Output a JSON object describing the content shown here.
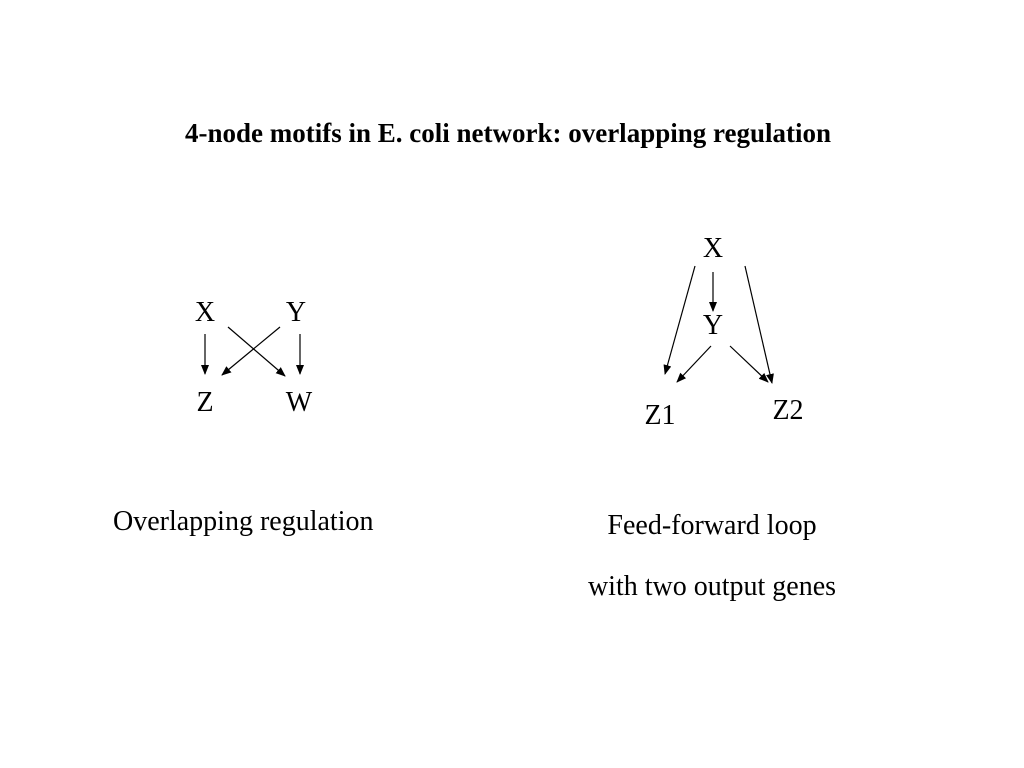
{
  "title": "4-node motifs in E. coli network: overlapping regulation",
  "left_motif": {
    "nodes": {
      "x": "X",
      "y": "Y",
      "z": "Z",
      "w": "W"
    },
    "caption": "Overlapping regulation",
    "edges": [
      [
        "X",
        "Z"
      ],
      [
        "X",
        "W"
      ],
      [
        "Y",
        "Z"
      ],
      [
        "Y",
        "W"
      ]
    ]
  },
  "right_motif": {
    "nodes": {
      "x": "X",
      "y": "Y",
      "z1": "Z1",
      "z2": "Z2"
    },
    "caption_line1": "Feed-forward loop",
    "caption_line2": "with two output genes",
    "edges": [
      [
        "X",
        "Y"
      ],
      [
        "X",
        "Z1"
      ],
      [
        "X",
        "Z2"
      ],
      [
        "Y",
        "Z1"
      ],
      [
        "Y",
        "Z2"
      ]
    ]
  }
}
